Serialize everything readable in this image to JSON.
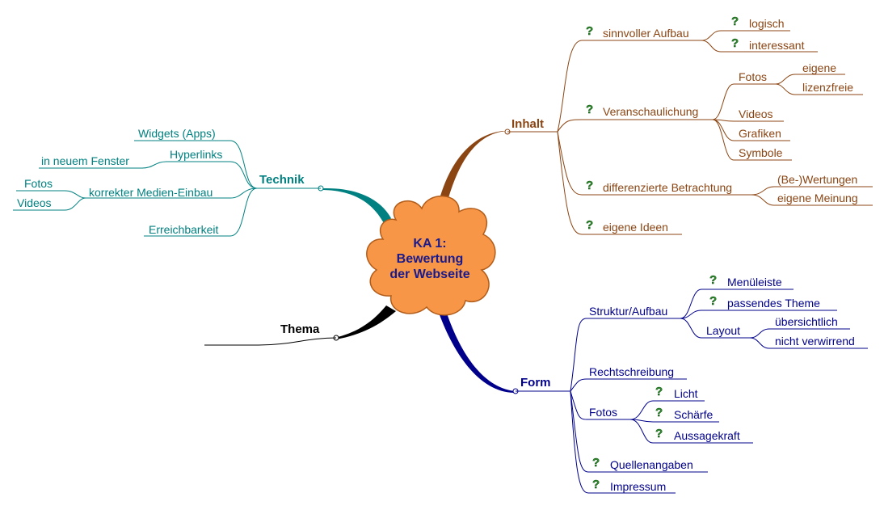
{
  "center": {
    "line1": "KA 1:",
    "line2": "Bewertung",
    "line3": "der Webseite"
  },
  "branches": {
    "inhalt": {
      "label": "Inhalt",
      "color": "#8B4513",
      "items": {
        "aufbau": "sinnvoller Aufbau",
        "logisch": "logisch",
        "interessant": "interessant",
        "veranschaulichung": "Veranschaulichung",
        "fotos": "Fotos",
        "eigene": "eigene",
        "lizenzfreie": "lizenzfreie",
        "videos": "Videos",
        "grafiken": "Grafiken",
        "symbole": "Symbole",
        "differenziert": "differenzierte Betrachtung",
        "wertungen": "(Be-)Wertungen",
        "meinung": "eigene Meinung",
        "ideen": "eigene Ideen"
      }
    },
    "form": {
      "label": "Form",
      "color": "#00008B",
      "items": {
        "struktur": "Struktur/Aufbau",
        "menueleiste": "Menüleiste",
        "theme": "passendes Theme",
        "layout": "Layout",
        "uebersichtlich": "übersichtlich",
        "verwirrend": "nicht verwirrend",
        "rechtschreibung": "Rechtschreibung",
        "fotos": "Fotos",
        "licht": "Licht",
        "schaerfe": "Schärfe",
        "aussagekraft": "Aussagekraft",
        "quellen": "Quellenangaben",
        "impressum": "Impressum"
      }
    },
    "technik": {
      "label": "Technik",
      "color": "#008080",
      "items": {
        "widgets": "Widgets (Apps)",
        "hyperlinks": "Hyperlinks",
        "fenster": "in neuem Fenster",
        "medien": "korrekter Medien-Einbau",
        "fotos": "Fotos",
        "videos": "Videos",
        "erreichbarkeit": "Erreichbarkeit"
      }
    },
    "thema": {
      "label": "Thema",
      "color": "#000000"
    }
  },
  "icons": {
    "question": "question-mark-icon",
    "question_color": "#2e8b2e"
  },
  "cloud_color": "#f79646"
}
